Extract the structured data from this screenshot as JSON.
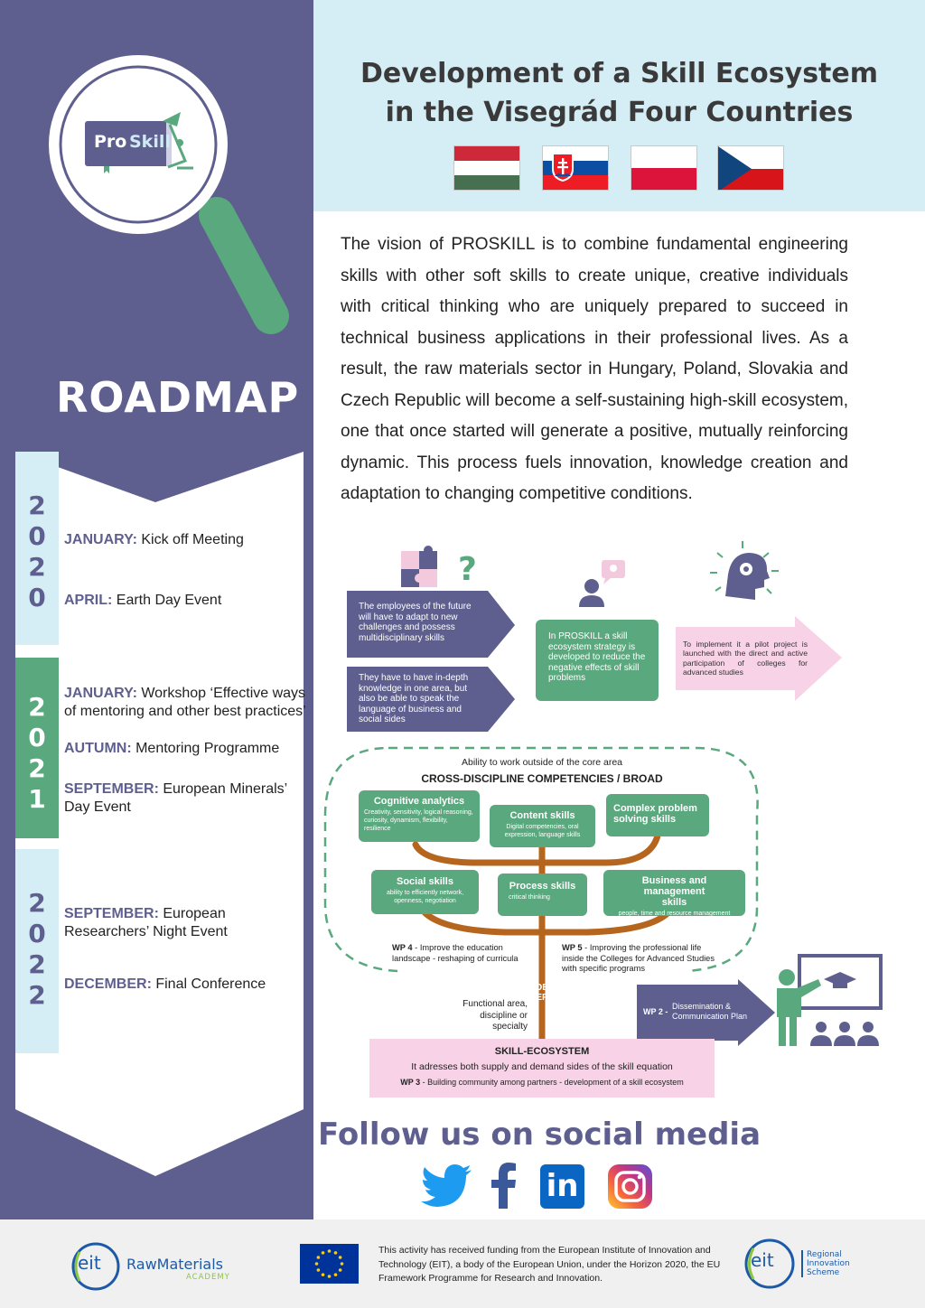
{
  "sidebar": {
    "logo": {
      "word1": "Pro",
      "word2": "Skill"
    },
    "roadmap_title": "ROADMAP",
    "years": [
      {
        "digits": [
          "2",
          "0",
          "2",
          "0"
        ],
        "events": [
          {
            "month": "JANUARY:",
            "text": " Kick off Meeting"
          },
          {
            "month": "APRIL:",
            "text": " Earth Day Event"
          }
        ]
      },
      {
        "digits": [
          "2",
          "0",
          "2",
          "1"
        ],
        "events": [
          {
            "month": "JANUARY:",
            "text": " Workshop ‘Effective ways of mentoring and other best practices’"
          },
          {
            "month": "AUTUMN:",
            "text": " Mentoring Programme"
          },
          {
            "month": "SEPTEMBER:",
            "text": " European Minerals’ Day Event"
          }
        ]
      },
      {
        "digits": [
          "2",
          "0",
          "2",
          "2"
        ],
        "events": [
          {
            "month": "SEPTEMBER:",
            "text": " European Researchers’ Night Event"
          },
          {
            "month": "DECEMBER:",
            "text": " Final Conference"
          }
        ]
      }
    ]
  },
  "header": {
    "title_line1": "Development of a Skill Ecosystem",
    "title_line2": "in the Visegrád Four Countries",
    "flags": [
      "hungary-flag",
      "slovakia-flag",
      "poland-flag",
      "czech-flag"
    ]
  },
  "vision": "The vision of PROSKILL is to combine fundamental engineering skills with other soft skills to create unique, creative individuals with critical thinking who are uniquely prepared to succeed in technical business applications in their professional lives. As a result, the raw materials sector in Hungary, Poland, Slovakia and Czech Republic will become a self-sustaining high-skill ecosystem, one that once started will generate a positive, mutually reinforcing dynamic. This process fuels innovation, knowledge creation and adaptation to changing competitive conditions.",
  "diagram": {
    "arrow1": "The employees of the future will have to adapt to new challenges and possess multidisciplinary skills",
    "arrow2": "They have to have in-depth knowledge in one area, but also be able to speak the language of business and social sides",
    "box_mid": "In PROSKILL a skill ecosystem strategy is developed to reduce the negative effects of skill problems",
    "arrow_pink": "To implement it a pilot project is launched with the direct and active participation of colleges for advanced studies",
    "ability": "Ability to work outside of the core area",
    "cross": "CROSS-DISCIPLINE COMPETENCIES / BROAD",
    "skills": {
      "cognitive": {
        "title": "Cognitive analytics",
        "sub": "Creativity, sensitivity, logical reasoning, curiosity, dynamism, flexibility, resilience"
      },
      "content": {
        "title": "Content skills",
        "sub": "Digital competencies, oral expression, language skills"
      },
      "complex": {
        "title": "Complex problem solving skills"
      },
      "social": {
        "title": "Social skills",
        "sub": "ability to efficiently network, openness, negotiation"
      },
      "process": {
        "title": "Process skills",
        "sub": "critical thinking"
      },
      "business": {
        "title": "Business and management skills",
        "sub": "people, time and resource management"
      }
    },
    "wp4_label": "WP 4",
    "wp4_text": " - Improve the education landscape - reshaping of curricula",
    "wp5_label": "WP 5",
    "wp5_text": " - Improving the professional life inside the Colleges for Advanced Studies with specific programs",
    "functional": "Functional area, discipline or specialty",
    "deep": "DEEP",
    "wp2_label": "WP 2 -",
    "wp2_text": "Dissemination & Communication Plan",
    "eco_title": "SKILL-ECOSYSTEM",
    "eco_sub": "It adresses both supply and demand sides of the skill equation",
    "wp3_label": "WP 3",
    "wp3_text": " - Building community among partners - development of a skill ecosystem"
  },
  "social": {
    "heading": "Follow us on social media",
    "icons": [
      "twitter-icon",
      "facebook-icon",
      "linkedin-icon",
      "instagram-icon"
    ],
    "linkedin_text": "in"
  },
  "footer": {
    "eit_logo_text": "eit",
    "rawmaterials": "RawMaterials",
    "academy": "ACADEMY",
    "funding": "This activity has received funding from the European Institute of Innovation and Technology (EIT), a body of the European Union, under the Horizon 2020, the EU Framework Programme for Research and Innovation.",
    "ris": [
      "Regional",
      "Innovation",
      "Scheme"
    ]
  },
  "colors": {
    "purple": "#5e5f8f",
    "green": "#5aa87e",
    "light_blue": "#d5eef6",
    "pink": "#f8d2e6",
    "brown": "#b5651d"
  }
}
